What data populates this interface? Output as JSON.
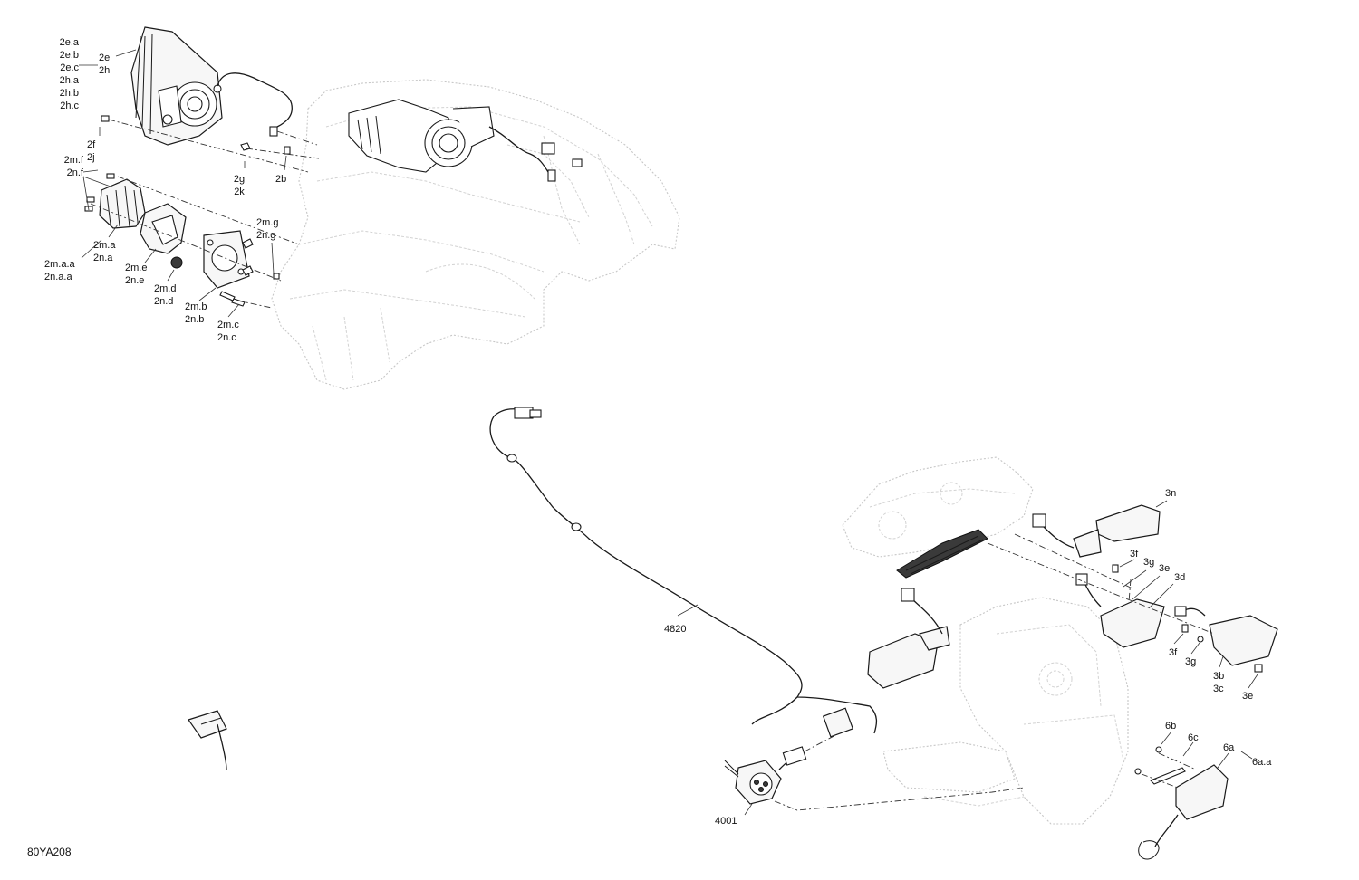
{
  "diagram": {
    "reference_code": "80YA208",
    "callouts": {
      "c_2e_group": "2e.a\n2e.b\n2e.c\n2h.a\n2h.b\n2h.c",
      "c_2e": "2e\n2h",
      "c_2f": "2f\n2j",
      "c_2g": "2g\n2k",
      "c_2b": "2b",
      "c_2mf": "2m.f\n2n.f",
      "c_2ma": "2m.a\n2n.a",
      "c_2maa": "2m.a.a\n2n.a.a",
      "c_2me": "2m.e\n2n.e",
      "c_2md": "2m.d\n2n.d",
      "c_2mg": "2m.g\n2n.g",
      "c_2mb": "2m.b\n2n.b",
      "c_2mc": "2m.c\n2n.c",
      "c_3n": "3n",
      "c_3f_top": "3f",
      "c_3g_top": "3g",
      "c_3e_top": "3e",
      "c_3d": "3d",
      "c_3f_bot": "3f",
      "c_3g_bot": "3g",
      "c_3b": "3b\n3c",
      "c_3e_bot": "3e",
      "c_4820": "4820",
      "c_4001": "4001",
      "c_6b": "6b",
      "c_6c": "6c",
      "c_6a": "6a",
      "c_6aa": "6a.a"
    }
  }
}
